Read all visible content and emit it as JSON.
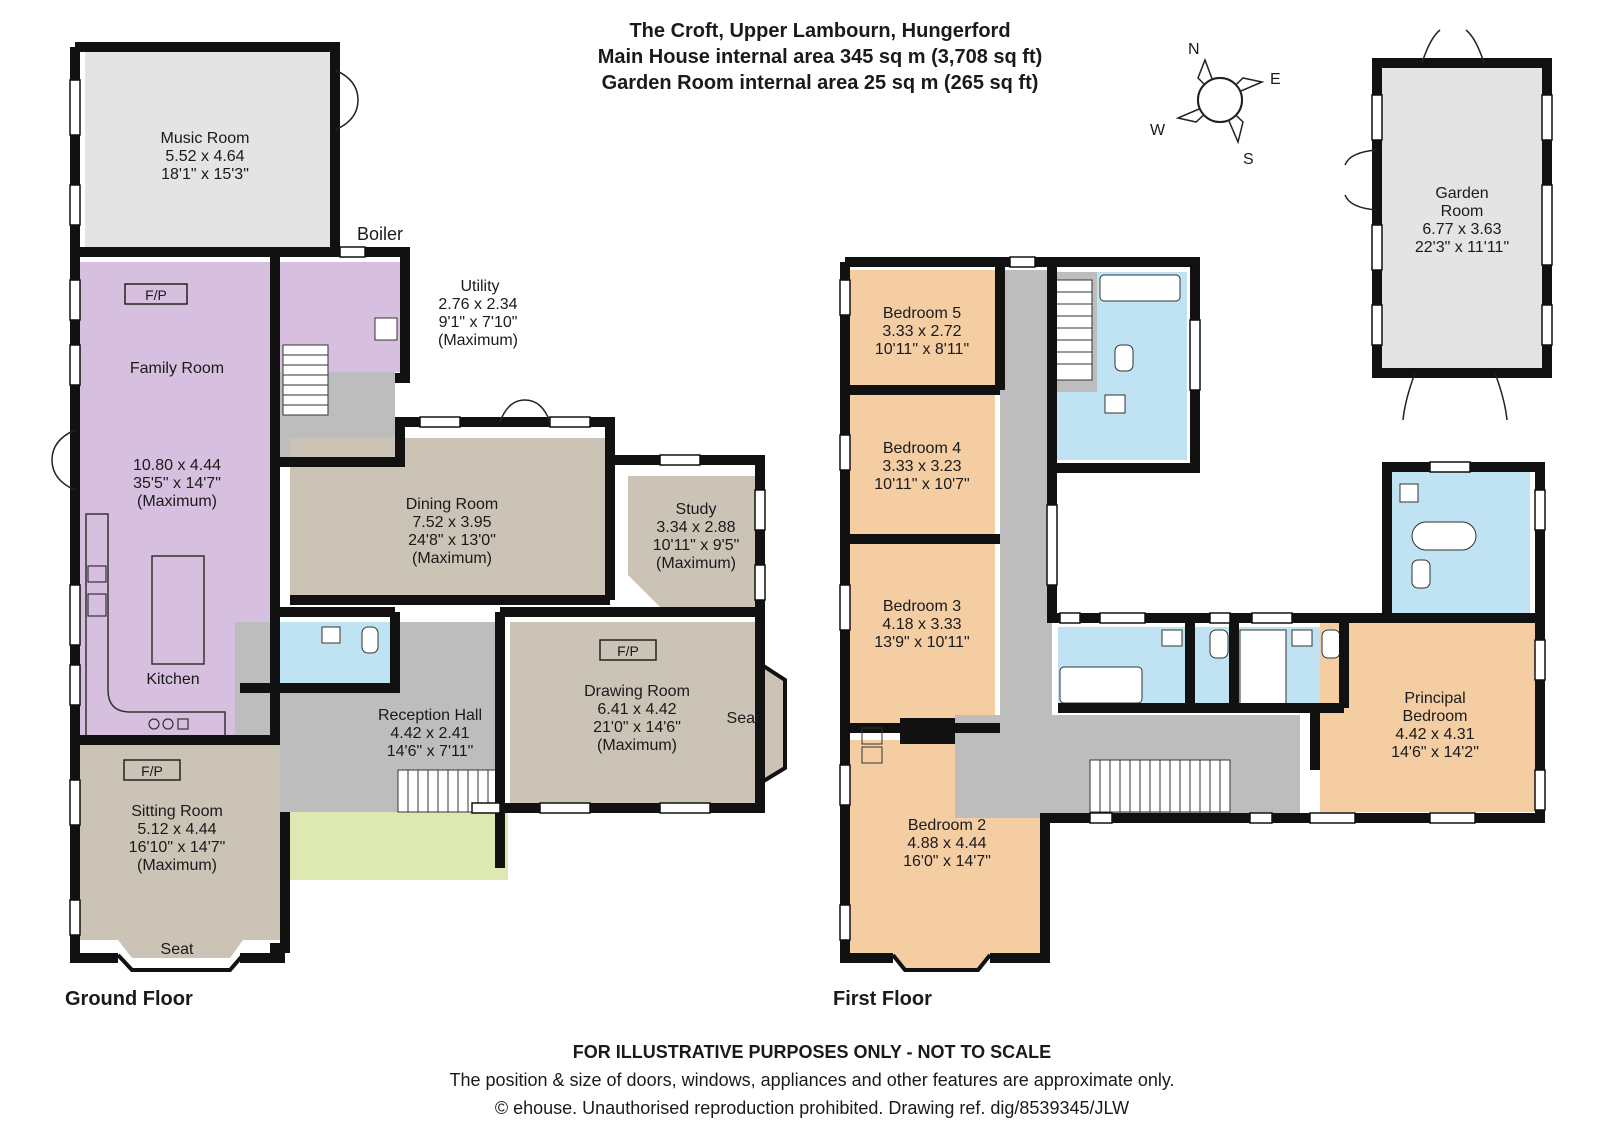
{
  "header": {
    "title": "The Croft, Upper Lambourn, Hungerford",
    "main_area": "Main House internal area 345 sq m (3,708 sq ft)",
    "garden_area": "Garden Room internal area 25 sq m (265 sq ft)"
  },
  "compass": {
    "n": "N",
    "e": "E",
    "s": "S",
    "w": "W"
  },
  "ground_floor": {
    "title": "Ground Floor",
    "music_room": {
      "name": "Music Room",
      "metric": "5.52 x 4.64",
      "imperial": "18'1\" x 15'3\""
    },
    "boiler": "Boiler",
    "utility": {
      "name": "Utility",
      "metric": "2.76 x 2.34",
      "imperial": "9'1\" x 7'10\"",
      "note": "(Maximum)"
    },
    "family_room": {
      "name": "Family Room",
      "metric": "10.80 x 4.44",
      "imperial": "35'5\" x 14'7\"",
      "note": "(Maximum)"
    },
    "kitchen": "Kitchen",
    "fp_family": "F/P",
    "dining_room": {
      "name": "Dining Room",
      "metric": "7.52 x 3.95",
      "imperial": "24'8\" x 13'0\"",
      "note": "(Maximum)"
    },
    "study": {
      "name": "Study",
      "metric": "3.34 x 2.88",
      "imperial": "10'11\" x 9'5\"",
      "note": "(Maximum)"
    },
    "drawing_room": {
      "name": "Drawing Room",
      "metric": "6.41 x 4.42",
      "imperial": "21'0\" x 14'6\"",
      "note": "(Maximum)"
    },
    "fp_drawing": "F/P",
    "seat_drawing": "Seat",
    "reception_hall": {
      "name": "Reception Hall",
      "metric": "4.42 x 2.41",
      "imperial": "14'6\" x 7'11\""
    },
    "sitting_room": {
      "name": "Sitting Room",
      "metric": "5.12 x 4.44",
      "imperial": "16'10\" x 14'7\"",
      "note": "(Maximum)"
    },
    "fp_sitting": "F/P",
    "seat_sitting": "Seat"
  },
  "first_floor": {
    "title": "First Floor",
    "bedroom5": {
      "name": "Bedroom 5",
      "metric": "3.33 x 2.72",
      "imperial": "10'11\" x 8'11\""
    },
    "bedroom4": {
      "name": "Bedroom 4",
      "metric": "3.33 x 3.23",
      "imperial": "10'11\" x 10'7\""
    },
    "bedroom3": {
      "name": "Bedroom 3",
      "metric": "4.18 x 3.33",
      "imperial": "13'9\" x 10'11\""
    },
    "bedroom2": {
      "name": "Bedroom 2",
      "metric": "4.88 x 4.44",
      "imperial": "16'0\" x 14'7\""
    },
    "principal": {
      "name1": "Principal",
      "name2": "Bedroom",
      "metric": "4.42 x 4.31",
      "imperial": "14'6\" x 14'2\""
    }
  },
  "garden_room": {
    "name1": "Garden",
    "name2": "Room",
    "metric": "6.77 x 3.63",
    "imperial": "22'3\" x 11'11\""
  },
  "disclaimer": {
    "line1": "FOR ILLUSTRATIVE PURPOSES ONLY - NOT TO SCALE",
    "line2": "The position & size of doors, windows, appliances and other features are approximate only.",
    "line3": "© ehouse. Unauthorised reproduction prohibited. Drawing ref. dig/8539345/JLW"
  },
  "colors": {
    "wall": "#111111",
    "music": "#e4e4e4",
    "family": "#d7c0df",
    "reception": "#cbc3b6",
    "hall": "#bdbdbd",
    "bath": "#bfe3f3",
    "bedroom": "#f4cda3",
    "porch": "#dde8b3"
  }
}
